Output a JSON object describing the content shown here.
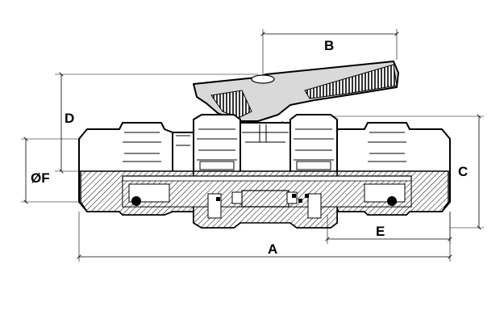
{
  "diagram": {
    "labels": {
      "a": "A",
      "b": "B",
      "c": "C",
      "d": "D",
      "e": "E",
      "f": "ØF"
    },
    "colors": {
      "line": "#000000",
      "handle_fill": "#d9d9d9",
      "section_hatch": "#000000",
      "background": "#ffffff"
    }
  }
}
